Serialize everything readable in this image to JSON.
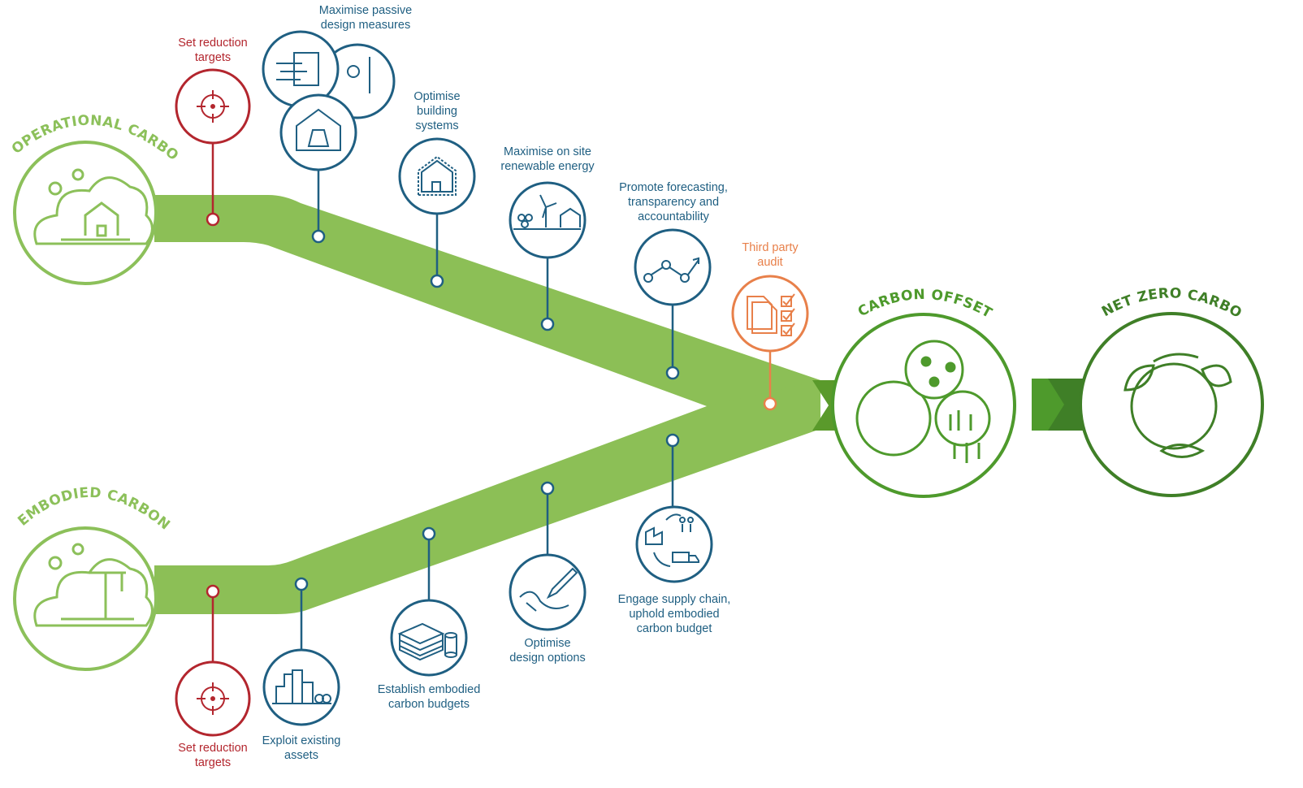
{
  "titles": {
    "operational": "OPERATIONAL CARBON",
    "embodied": "EMBODIED CARBON",
    "offsets": "CARBON OFFSETS",
    "net_zero": "NET ZERO CARBON"
  },
  "steps": {
    "op_targets": "Set reduction\ntargets",
    "passive": "Maximise passive\ndesign measures",
    "systems": "Optimise\nbuilding\nsystems",
    "renewable": "Maximise on site\nrenewable energy",
    "forecasting": "Promote forecasting,\ntransparency and\naccountability",
    "audit": "Third party\naudit",
    "em_targets": "Set reduction\ntargets",
    "existing": "Exploit existing\nassets",
    "budgets": "Establish embodied\ncarbon budgets",
    "design_options": "Optimise\ndesign options",
    "supply_chain": "Engage supply chain,\nuphold embodied\ncarbon budget"
  },
  "colors": {
    "path": "#8cbf56",
    "arrow_dark": "#5a9a2b",
    "title_green": "#8cc05a",
    "offsets_green": "#4e9a2c",
    "net_zero_green": "#3f7f27",
    "blue": "#1f5f82",
    "red": "#b3262e",
    "orange": "#e8804a"
  },
  "icons": {
    "operational": "cloud-house-icon",
    "embodied": "cloud-crane-icon",
    "targets": "target-crosshair-icon",
    "passive": "wind-window-sun-mass-icon",
    "systems": "house-outline-icon",
    "renewable": "wind-turbine-icon",
    "forecasting": "trend-line-icon",
    "audit": "checklist-icon",
    "existing": "city-buildings-icon",
    "budgets": "money-stacks-icon",
    "design_options": "pen-drawing-icon",
    "supply_chain": "supply-chain-cycle-icon",
    "offsets": "globe-molecules-factory-icon",
    "net_zero": "globe-leaves-icon"
  }
}
